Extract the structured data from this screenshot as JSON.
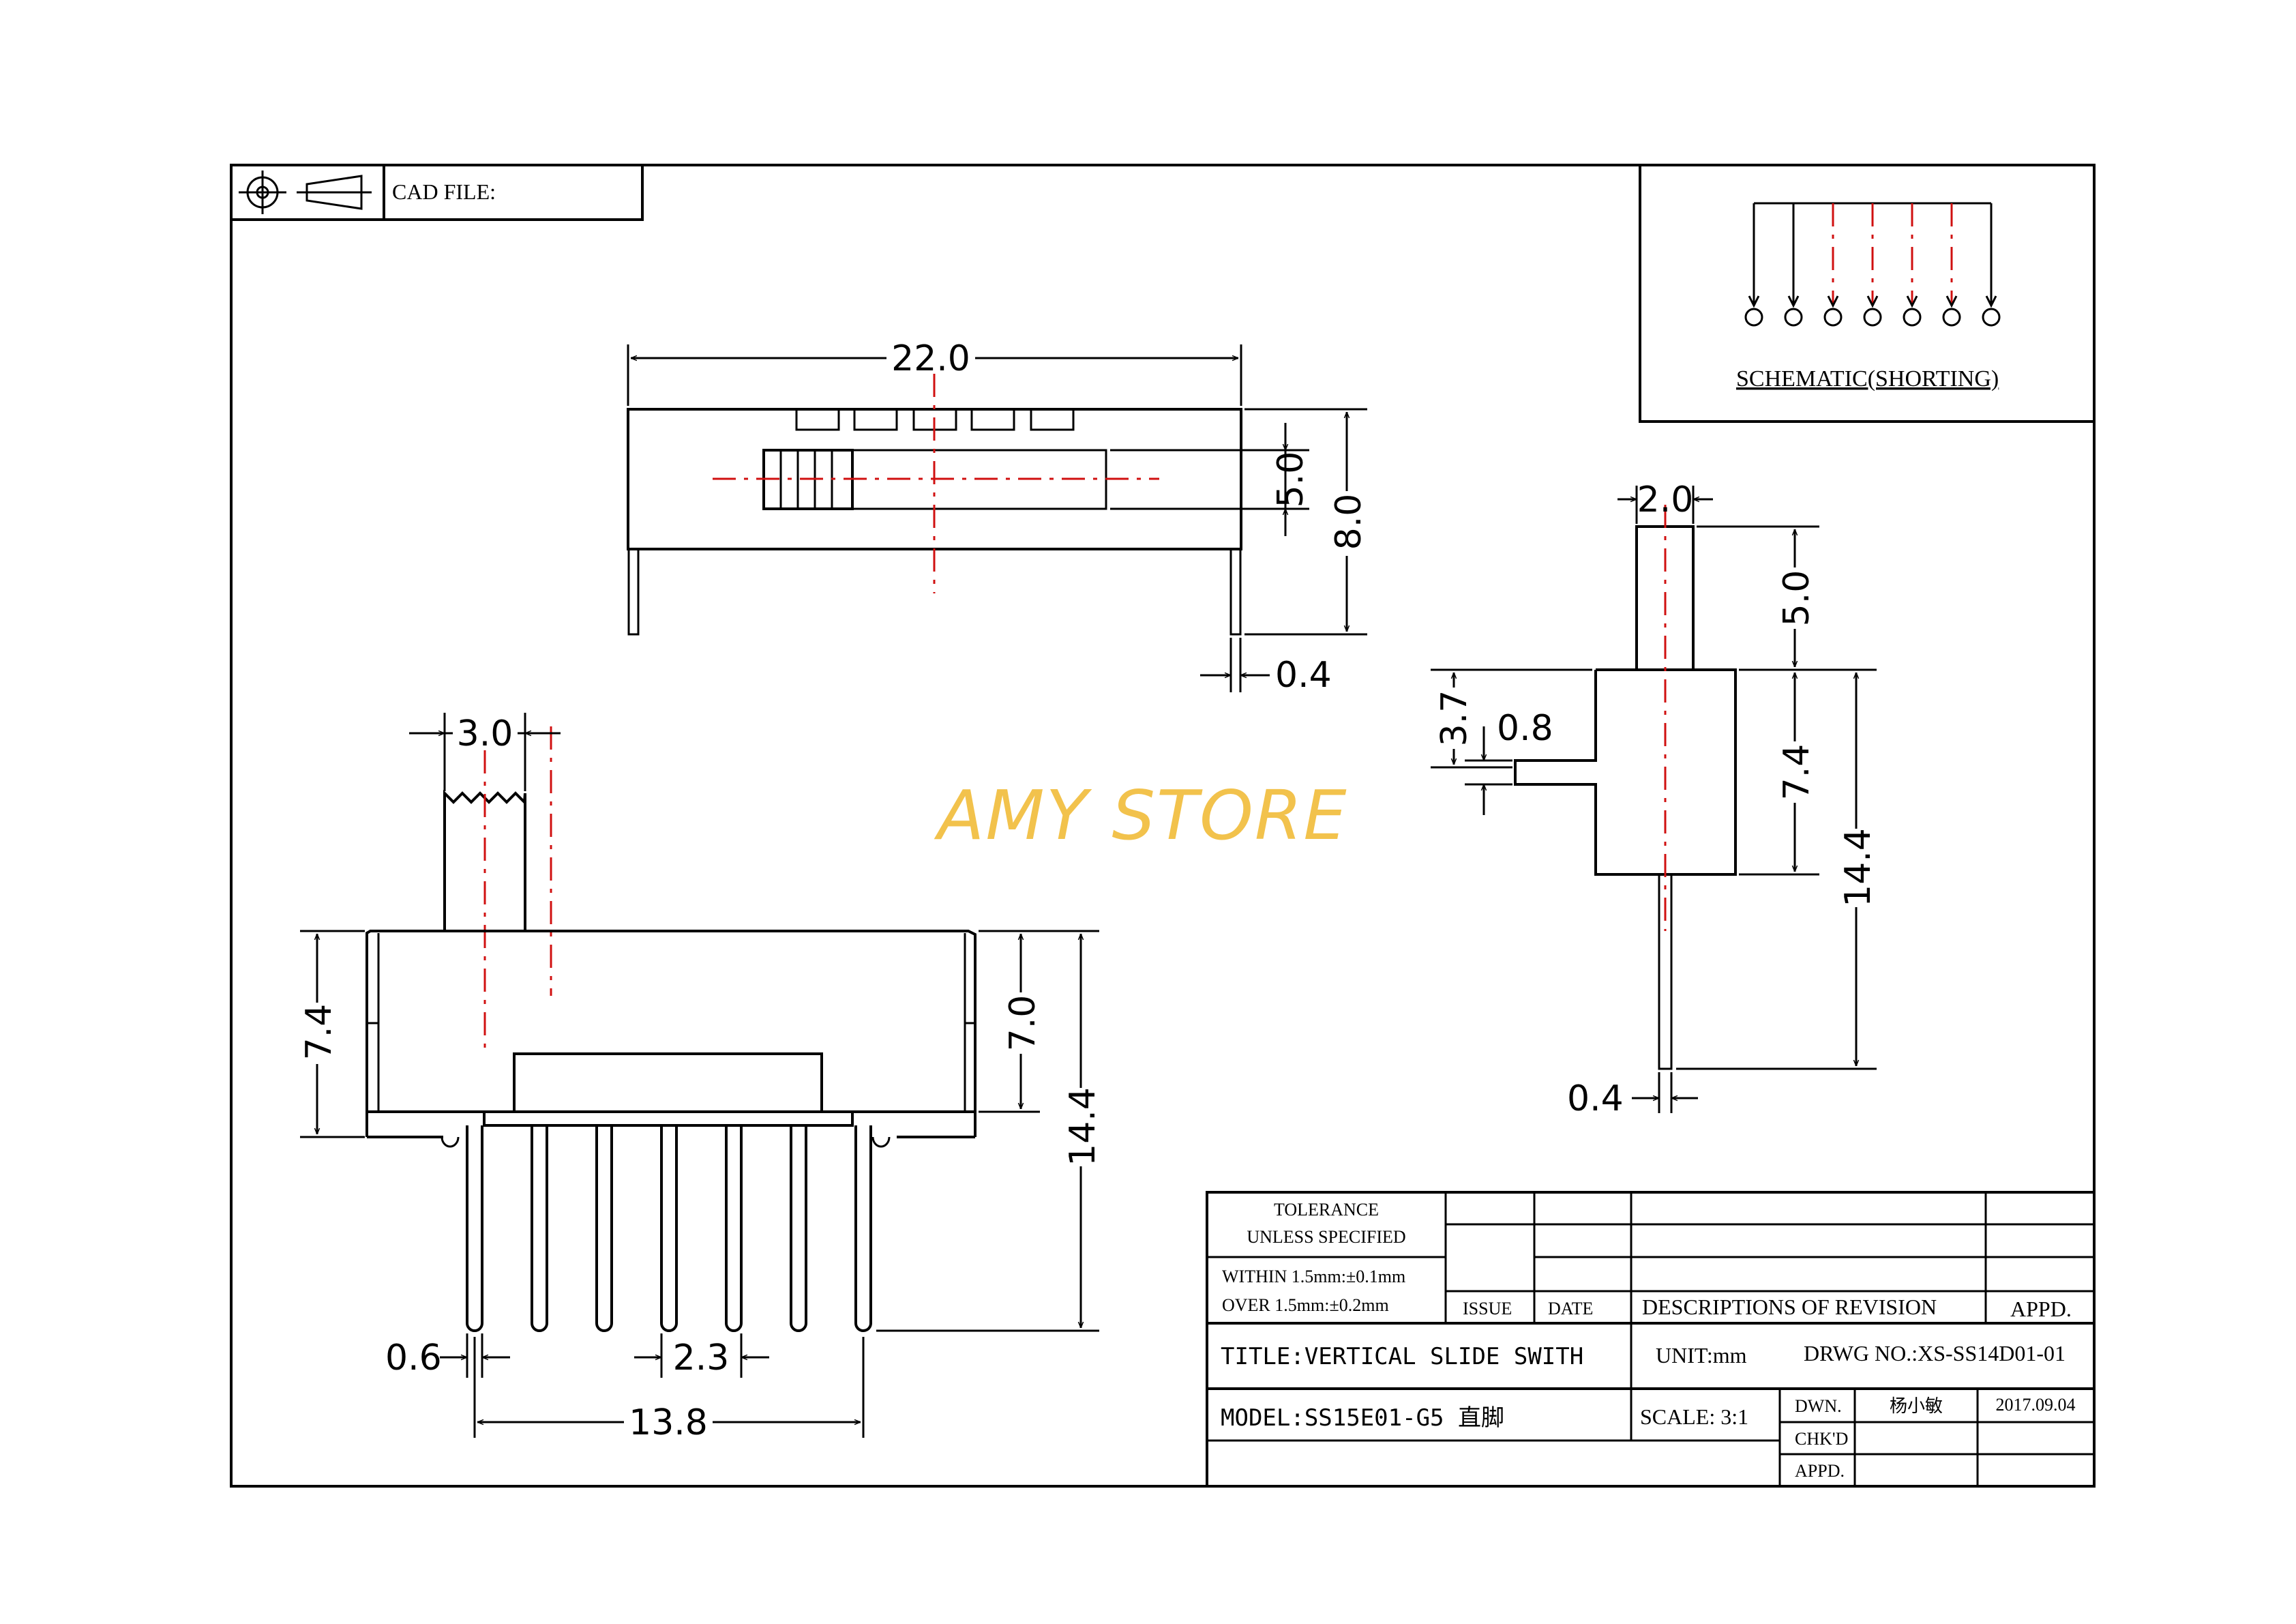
{
  "cad_label": "CAD FILE:",
  "watermark": "AMY STORE",
  "schematic": {
    "label": "SCHEMATIC(SHORTING)"
  },
  "dimensions": {
    "top_width": "22.0",
    "top_slot_height": "5.0",
    "top_total_height": "8.0",
    "top_pin_width": "0.4",
    "front_actuator_width": "3.0",
    "front_body_height": "7.4",
    "front_inner_height": "7.0",
    "front_total_height": "14.4",
    "front_pin_width": "0.6",
    "front_pin_pitch": "2.3",
    "front_pin_span": "13.8",
    "side_actuator_width": "2.0",
    "side_actuator_height": "5.0",
    "side_tab_offset": "3.7",
    "side_tab_width": "0.8",
    "side_body_height": "7.4",
    "side_total_height": "14.4",
    "side_pin_width": "0.4"
  },
  "title_block": {
    "tolerance": "TOLERANCE",
    "unless": "UNLESS   SPECIFIED",
    "within": "WITHIN 1.5mm:±0.1mm",
    "over": "OVER 1.5mm:±0.2mm",
    "issue": "ISSUE",
    "date": "DATE",
    "descriptions": "DESCRIPTIONS OF REVISION",
    "appd": "APPD.",
    "title": "TITLE:VERTICAL SLIDE SWITH",
    "unit": "UNIT:mm",
    "drwg": "DRWG NO.:XS-SS14D01-01",
    "model": "MODEL:SS15E01-G5 直脚",
    "scale": "SCALE: 3:1",
    "dwn": "DWN.",
    "drawer": "杨小敏",
    "drawn_date": "2017.09.04",
    "chkd": "CHK'D",
    "appd2": "APPD."
  }
}
